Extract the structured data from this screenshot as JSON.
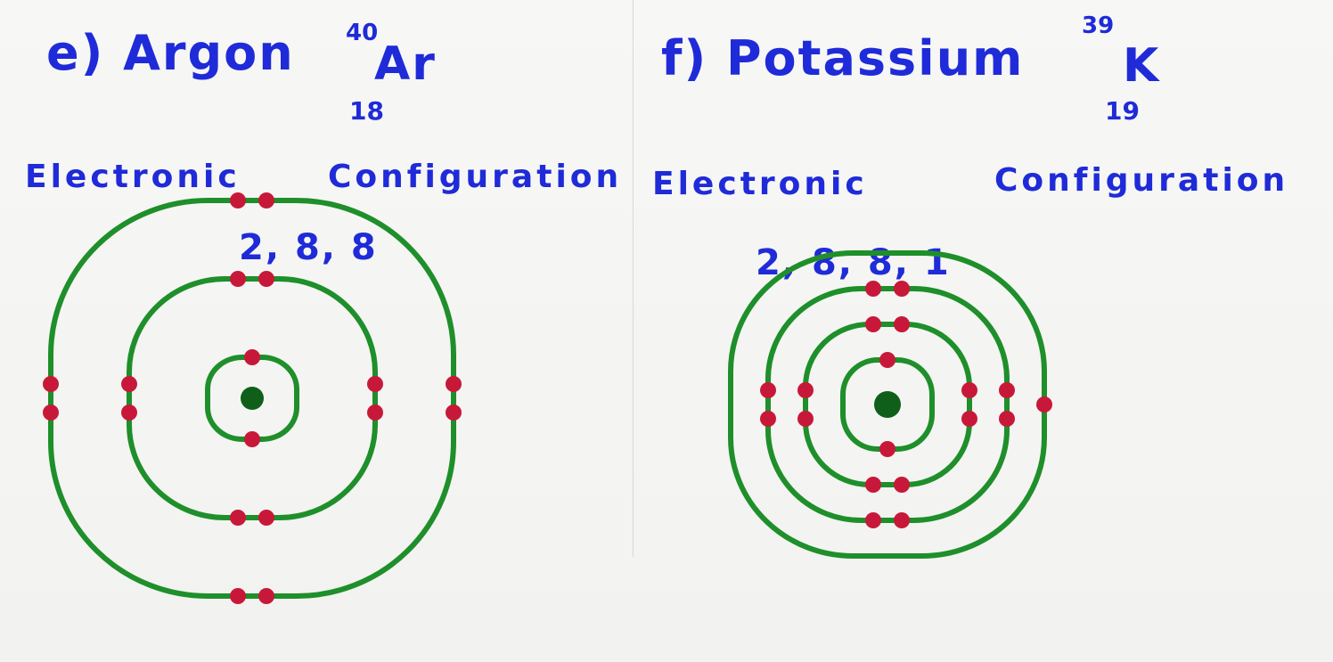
{
  "argon": {
    "label": "e) Argon",
    "mass_number": "40",
    "symbol": "Ar",
    "atomic_number": "18",
    "heading_word1": "Electronic",
    "heading_word2": "Configuration",
    "configuration": "2, 8, 8",
    "shells": [
      2,
      8,
      8
    ]
  },
  "potassium": {
    "label": "f) Potassium",
    "mass_number": "39",
    "symbol": "K",
    "atomic_number": "19",
    "heading_word1": "Electronic",
    "heading_word2": "Configuration",
    "configuration": "2, 8, 8, 1",
    "shells": [
      2,
      8,
      8,
      1
    ]
  },
  "colors": {
    "ink": "#1f2bd8",
    "shell": "#1e8f2a",
    "electron": "#c8183a",
    "nucleus": "#0f5f1a"
  }
}
